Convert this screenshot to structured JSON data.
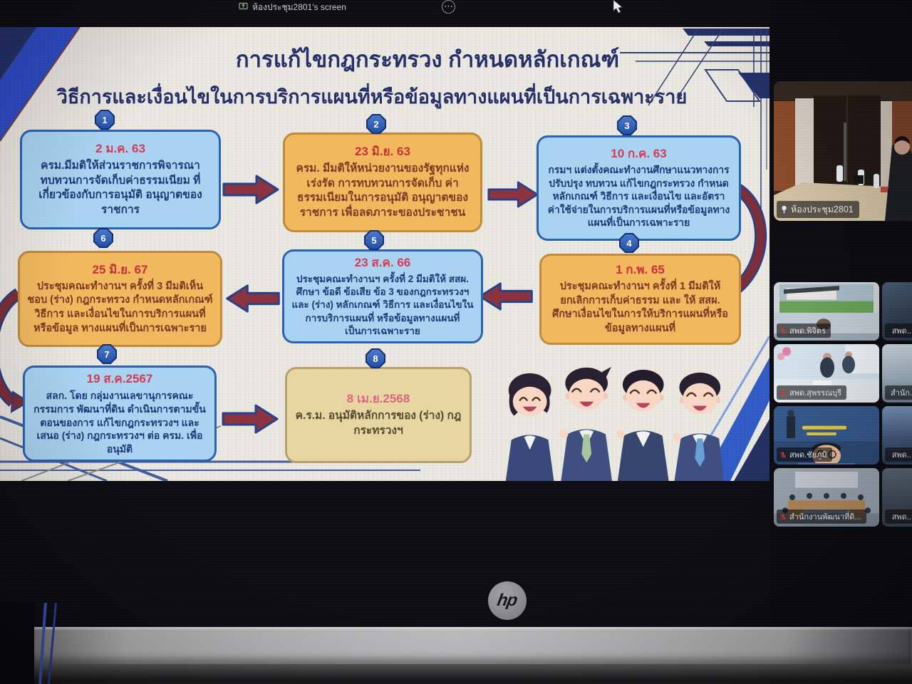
{
  "meeting": {
    "shared_screen_label": "ห้องประชุม2801's screen",
    "more_icon": "⋯"
  },
  "slide": {
    "title_line1": "การแก้ไขกฎกระทรวง กำหนดหลักเกณฑ์",
    "title_line2": "วิธีการและเงื่อนไขในการบริการแผนที่หรือข้อมูลทางแผนที่เป็นการเฉพาะราย",
    "steps": [
      {
        "num": "1",
        "date": "2 ม.ค. 63",
        "text": "ครม.มีมติให้ส่วนราชการพิจารณา ทบทวนการจัดเก็บค่าธรรมเนียม ที่เกี่ยวข้องกับการอนุมัติ อนุญาตของราชการ"
      },
      {
        "num": "2",
        "date": "23 มิ.ย. 63",
        "text": "ครม. มีมติให้หน่วยงานของรัฐทุกแห่ง เร่งรัด การทบทวนการจัดเก็บ ค่าธรรมเนียมในการอนุมัติ อนุญาตของ ราชการ เพื่อลดภาระของประชาชน"
      },
      {
        "num": "3",
        "date": "10 ก.ค. 63",
        "text": "กรมฯ แต่งตั้งคณะทำงานศึกษาแนวทางการ ปรับปรุง ทบทวน แก้ไขกฎกระทรวง กำหนด หลักเกณฑ์ วิธีการ และเงื่อนไข และอัตรา ค่าใช้จ่ายในการบริการแผนที่หรือข้อมูลทาง แผนที่เป็นการเฉพาะราย"
      },
      {
        "num": "4",
        "date": "1 ก.พ. 65",
        "text": "ประชุมคณะทำงานฯ ครั้งที่ 1 มีมติให้ ยกเลิกการเก็บค่าธรรม และ ให้ สสผ. ศึกษาเงื่อนไขในการให้บริการแผนที่หรือ ข้อมูลทางแผนที่"
      },
      {
        "num": "5",
        "date": "23 ส.ค. 66",
        "text": "ประชุมคณะทำงานฯ ครั้งที่ 2 มีมติให้ สสผ. ศึกษา ข้อดี ข้อเสีย ข้อ 3 ของกฎกระทรวงฯ และ (ร่าง) หลักเกณฑ์ วิธีการ และเงื่อนไขในการบริการแผนที่ หรือข้อมูลทางแผนที่เป็นการเฉพาะราย"
      },
      {
        "num": "6",
        "date": "25 มิ.ย. 67",
        "text": "ประชุมคณะทำงานฯ ครั้งที่ 3 มีมติเห็นชอบ (ร่าง) กฎกระทรวง กำหนดหลักเกณฑ์ วิธีการ และเงื่อนไขในการบริการแผนที่หรือข้อมูล ทางแผนที่เป็นการเฉพาะราย"
      },
      {
        "num": "7",
        "date": "19 ส.ค.2567",
        "text": "สลก. โดย กลุ่มงานเลขานุการคณะกรรมการ พัฒนาที่ดิน ดำเนินการตามขั้นตอนของการ แก้ไขกฎกระทรวงฯ และ เสนอ (ร่าง) กฎกระทรวงฯ ต่อ ครม. เพื่ออนุมัติ"
      },
      {
        "num": "8",
        "date": "8 เม.ย.2568",
        "text": "ค.ร.ม. อนุมัติหลักการของ (ร่าง) กฎกระทรวงฯ"
      }
    ]
  },
  "participants": {
    "pinned": {
      "name": "ห้องประชุม2801"
    },
    "tiles": [
      {
        "name": "สพด.พิจิตร"
      },
      {
        "name": "สพด.สุพรรณบุรี"
      },
      {
        "name": "สพด.ชัยภูมิ"
      },
      {
        "name": "สำนักงานพัฒนาที่ดิ..."
      }
    ],
    "partial_tiles": [
      {
        "name": "สพด..."
      },
      {
        "name": "สำนัก..."
      },
      {
        "name": "สพด..."
      },
      {
        "name": "สพด..."
      }
    ]
  },
  "laptop": {
    "brand_label": "hp"
  },
  "icons": {
    "share_screen": "screen-share-icon",
    "more": "ellipsis-in-circle",
    "pin": "pin-icon",
    "mic_muted": "mic-muted-icon"
  },
  "colors": {
    "slide_bg": "#edeae3",
    "title_navy": "#25306a",
    "box_blue": "#a9d3f1",
    "box_blue_border": "#2a63b4",
    "box_orange": "#f2b85e",
    "box_orange_border": "#c08c3c",
    "box_tan": "#e8d6a2",
    "date_red": "#d43c54",
    "arrow_maroon": "#8c3340",
    "arrow_border": "#23418c",
    "badge_blue": "#2c5ab0"
  }
}
